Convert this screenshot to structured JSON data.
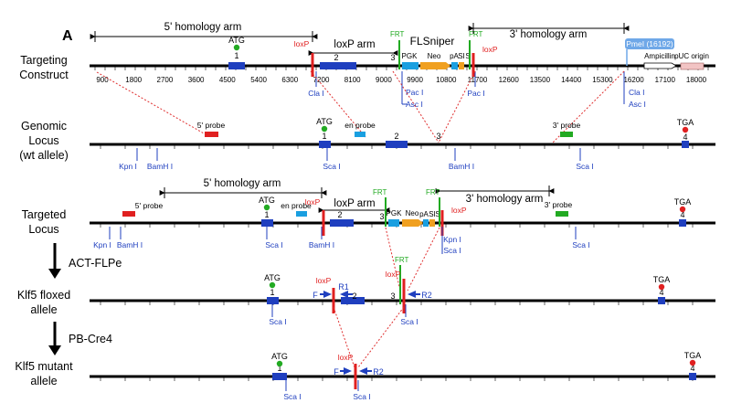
{
  "panel_label": "A",
  "colors": {
    "line": "#000000",
    "exon": "#1f3fbf",
    "site": "#1f3fbf",
    "loxp": "#e02020",
    "frt": "#22aa22",
    "atg": "#22aa22",
    "tga": "#e02020",
    "probe_red": "#e02020",
    "probe_blue": "#1a9fe0",
    "probe_green": "#22aa22",
    "neo": "#f0a020",
    "pgk": "#1a9fe0",
    "pas": "#1a9fe0",
    "dotted": "#e03030",
    "pmel_box": "#6fa8e8",
    "puc": "#f2c4c4"
  },
  "rows": {
    "targeting": {
      "label_line1": "Targeting",
      "label_line2": "Construct"
    },
    "genomic": {
      "label_line1": "Genomic",
      "label_line2": "Locus",
      "label_line3": "(wt allele)"
    },
    "targeted": {
      "label_line1": "Targeted",
      "label_line2": "Locus"
    },
    "floxed": {
      "label_line1": "Klf5 floxed",
      "label_line2": "allele"
    },
    "mutant": {
      "label_line1": "Klf5 mutant",
      "label_line2": "allele"
    }
  },
  "steps": {
    "flpe": "ACT-FLPe",
    "cre": "PB-Cre4"
  },
  "construct": {
    "title": "FLSniper",
    "homology5": "5' homology arm",
    "homology3": "3' homology arm",
    "loxp_arm": "loxP arm",
    "scale_ticks": [
      "900",
      "1800",
      "2700",
      "3600",
      "4500",
      "5400",
      "6300",
      "7200",
      "8100",
      "9000",
      "9900",
      "10800",
      "11700",
      "12600",
      "13500",
      "14400",
      "15300",
      "16200",
      "17100",
      "18000"
    ],
    "pmel": "PmeI (16192)",
    "ampicillin": "Ampicillin",
    "puc": "pUC origin",
    "neo": "Neo",
    "pgk": "PGK",
    "pas": "pA",
    "si": "SI",
    "s": "S",
    "cla": "Cla I",
    "pac": "Pac I",
    "asc": "Asc I"
  },
  "common": {
    "atg": "ATG",
    "tga": "TGA",
    "loxp": "loxP",
    "frt": "FRT",
    "ex1": "1",
    "ex2": "2",
    "ex3": "3",
    "ex4": "4",
    "probe5": "5' probe",
    "probe3": "3' probe",
    "en_probe": "en probe",
    "kpn": "Kpn I",
    "bamh": "BamH I",
    "sca": "Sca I",
    "primer_f": "F",
    "primer_r1": "R1",
    "primer_r2": "R2"
  }
}
